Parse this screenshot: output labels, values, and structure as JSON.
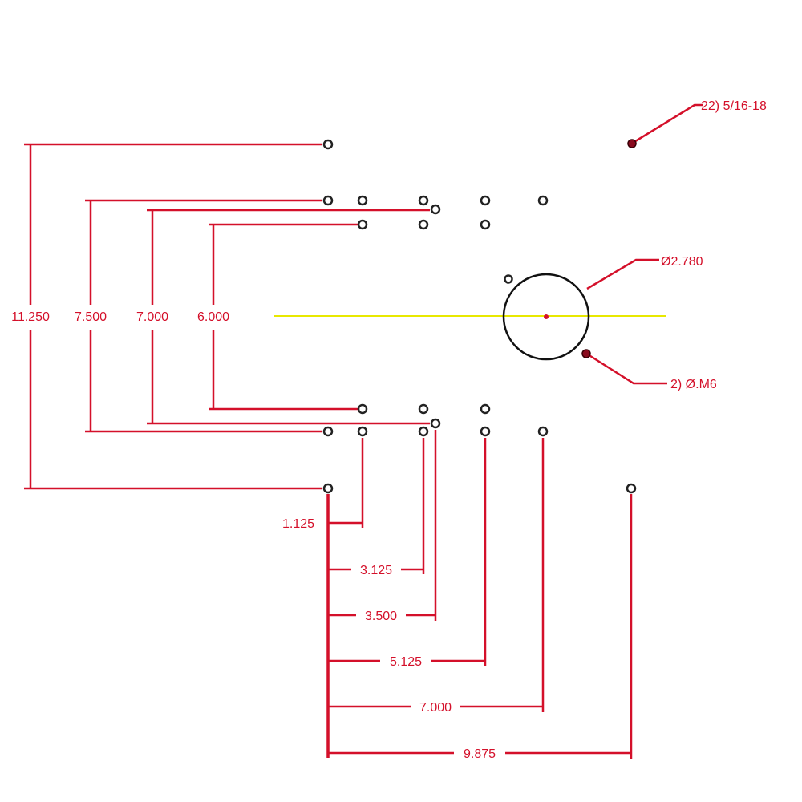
{
  "colors": {
    "dimension": "#d4102a",
    "centerline": "#e8e800",
    "hole_outline": "#222222",
    "tapped_hole": "#8a0a1e",
    "background": "#ffffff"
  },
  "vertical_dimensions": [
    "11.250",
    "7.500",
    "7.000",
    "6.000"
  ],
  "horizontal_dimensions": [
    "1.125",
    "3.125",
    "3.500",
    "5.125",
    "7.000",
    "9.875"
  ],
  "callouts": {
    "tapped": "22) 5/16-18",
    "bore": "Ø2.780",
    "pins": "2) Ø.M6"
  }
}
